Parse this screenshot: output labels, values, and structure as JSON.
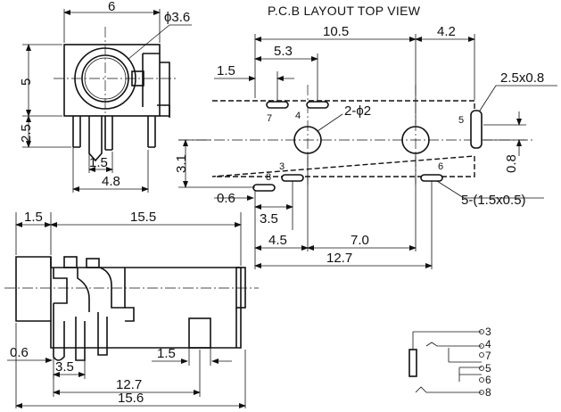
{
  "layout_title": "P.C.B LAYOUT  TOP VIEW",
  "front_view": {
    "width_dim": "6",
    "hole_dim": "ϕ3.6",
    "height_dim": "5",
    "lower_dim": "2.5",
    "pin_pitch_dim": "1.5",
    "pin_span_dim": "4.8",
    "offset_dim": "3.1"
  },
  "side_view": {
    "front_dim": "1.5",
    "length_dim": "15.5",
    "pin_width_dim": "0.6",
    "pin_offset_dim": "3.5",
    "pin_dim_15": "1.5",
    "pin_dim_127": "12.7",
    "overall_dim": "15.6"
  },
  "pcb_layout": {
    "width_dim": "10.5",
    "right_dim": "4.2",
    "pad_offset_dim": "5.3",
    "pad_dim_15": "1.5",
    "slot_dim": "2.5x0.8",
    "hole_dim": "2-ϕ2",
    "pad_height_dim": "0.8",
    "pad_width_dim": "0.6",
    "pad_pitch_dim": "3.5",
    "pad_spacing_dim": "4.5",
    "hole_spacing_dim": "7.0",
    "total_dim": "12.7",
    "pad_size_dim": "5-(1.5x0.5)",
    "pin_labels": [
      "7",
      "4",
      "5",
      "8",
      "3",
      "6"
    ]
  },
  "schematic": {
    "pins": [
      "3",
      "4",
      "7",
      "5",
      "6",
      "8"
    ]
  }
}
